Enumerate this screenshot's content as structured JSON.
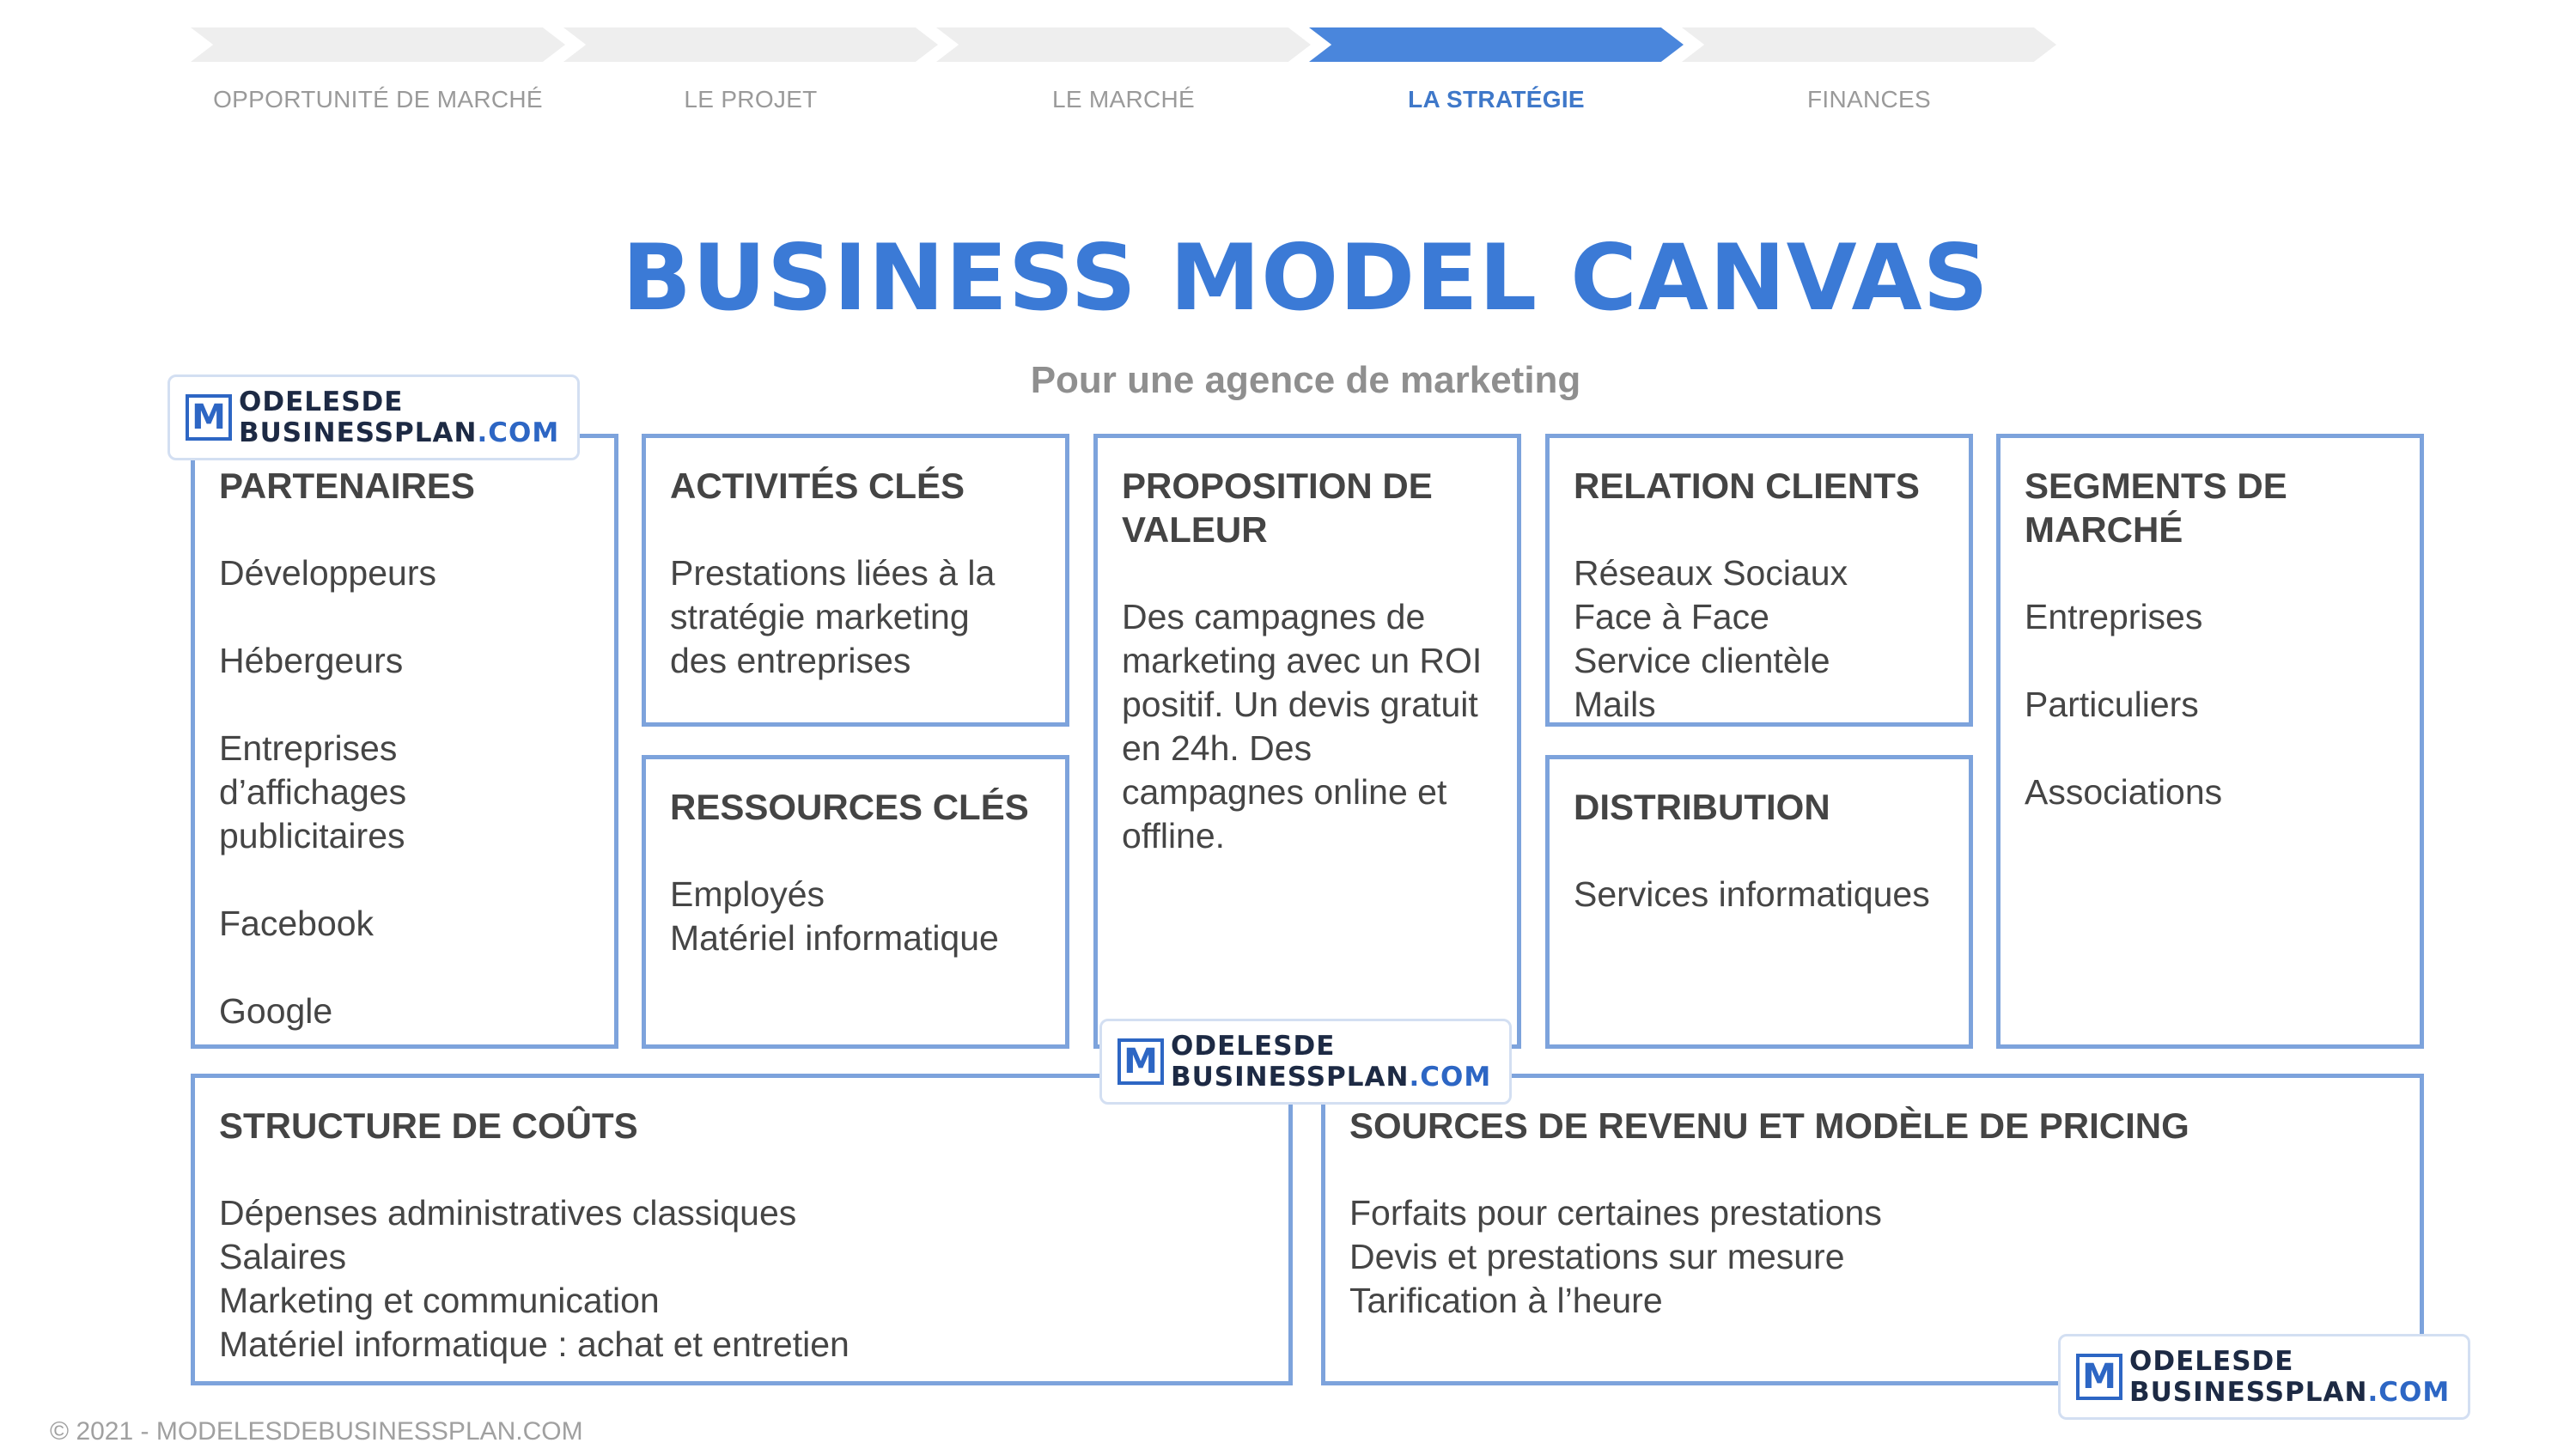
{
  "stepper": {
    "steps": [
      {
        "label": "OPPORTUNITÉ DE MARCHÉ",
        "active": false
      },
      {
        "label": "LE PROJET",
        "active": false
      },
      {
        "label": "LE MARCHÉ",
        "active": false
      },
      {
        "label": "LA STRATÉGIE",
        "active": true
      },
      {
        "label": "FINANCES",
        "active": false
      }
    ]
  },
  "title": "BUSINESS MODEL CANVAS",
  "subtitle": "Pour une agence de marketing",
  "canvas": {
    "partenaires": {
      "title": "PARTENAIRES",
      "items": [
        "Développeurs",
        "",
        "Hébergeurs",
        "",
        "Entreprises",
        "d’affichages",
        "publicitaires",
        "",
        "Facebook",
        "",
        "Google"
      ]
    },
    "activites": {
      "title": "ACTIVITÉS CLÉS",
      "items": [
        "Prestations liées à la",
        "stratégie marketing",
        "des entreprises"
      ]
    },
    "ressources": {
      "title": "RESSOURCES CLÉS",
      "items": [
        "Employés",
        "Matériel informatique"
      ]
    },
    "proposition": {
      "title_l1": "PROPOSITION DE",
      "title_l2": "VALEUR",
      "items": [
        "Des campagnes de",
        "marketing avec un ROI",
        "positif. Un devis gratuit",
        "en 24h. Des",
        "campagnes online et",
        "offline."
      ]
    },
    "relation": {
      "title": "RELATION CLIENTS",
      "items": [
        "Réseaux Sociaux",
        "Face à Face",
        "Service clientèle",
        "Mails"
      ]
    },
    "distribution": {
      "title": "DISTRIBUTION",
      "items": [
        "Services informatiques"
      ]
    },
    "segments": {
      "title_l1": "SEGMENTS DE",
      "title_l2": "MARCHÉ",
      "items": [
        "Entreprises",
        "",
        "Particuliers",
        "",
        "Associations"
      ]
    },
    "couts": {
      "title": "STRUCTURE DE COÛTS",
      "items": [
        "Dépenses administratives classiques",
        "Salaires",
        "Marketing et communication",
        "Matériel informatique : achat et entretien"
      ]
    },
    "revenus": {
      "title": "SOURCES DE REVENU ET MODÈLE DE PRICING",
      "items": [
        "Forfaits pour certaines prestations",
        "Devis et prestations sur mesure",
        "Tarification à l’heure"
      ]
    }
  },
  "logo": {
    "mark": "M",
    "line1": "ODELESDE",
    "line2": "BUSINESSPLAN",
    "suffix": ".COM"
  },
  "footer": "© 2021 - MODELESDEBUSINESSPLAN.COM",
  "colors": {
    "accent": "#3b7ad6",
    "box_border": "#7da3dc",
    "step_inactive": "#eeeeee",
    "step_active": "#4a86dc"
  }
}
